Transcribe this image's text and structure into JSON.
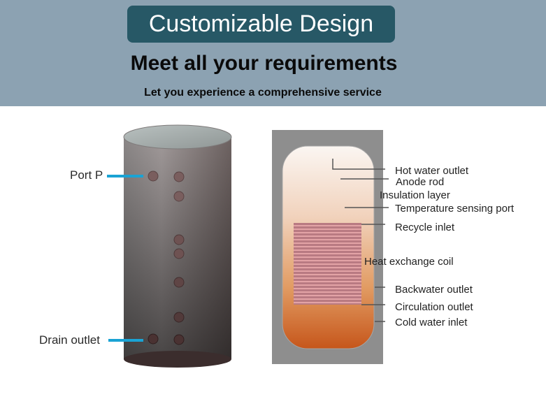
{
  "header": {
    "badge_title": "Customizable Design",
    "headline": "Meet all your requirements",
    "subline": "Let you experience a comprehensive service"
  },
  "exterior": {
    "label_port_p": "Port P",
    "label_drain": "Drain outlet",
    "label_color": "#1aa3d4"
  },
  "section": {
    "labels": {
      "hot_water_outlet": "Hot water outlet",
      "anode_rod": "Anode rod",
      "insulation_layer": "Insulation layer",
      "temperature_sensing_port": "Temperature sensing port",
      "recycle_inlet": "Recycle inlet",
      "heat_exchange_coil": "Heat exchange coil",
      "backwater_outlet": "Backwater outlet",
      "circulation_outlet": "Circulation outlet",
      "cold_water_inlet": "Cold water inlet"
    }
  },
  "colors": {
    "banner": "#8ca2b2",
    "badge": "#275866",
    "copper": "#c9896a",
    "water_hot": "#f6ece6",
    "water_cold": "#c95a1e"
  }
}
